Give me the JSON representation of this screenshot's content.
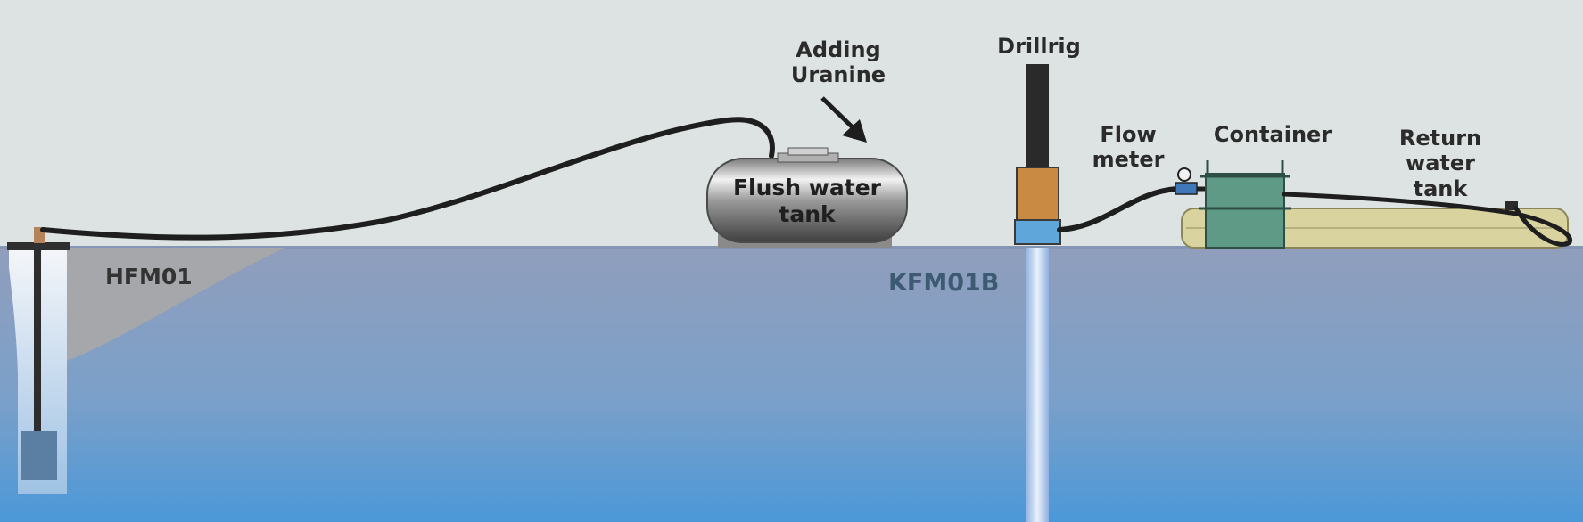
{
  "labels": {
    "adding_uranine": [
      "Adding",
      "Uranine"
    ],
    "drillrig": "Drillrig",
    "flow_meter": [
      "Flow",
      "meter"
    ],
    "container": "Container",
    "return_water_tank": [
      "Return",
      "water",
      "tank"
    ],
    "flush_water_tank": [
      "Flush water",
      "tank"
    ],
    "hfm01": "HFM01",
    "kfm01b": "KFM01B"
  },
  "colors": {
    "sky": "#dde3e2",
    "ground_top": "#8f9fbd",
    "ground_bottom": "#4f9ad8",
    "label_dark": "#2b2b2b",
    "borehole_label": "#3d5a73",
    "container": "#5f9a86",
    "return_tank": "#d8d39f",
    "drill_casing": "#c98a44"
  }
}
